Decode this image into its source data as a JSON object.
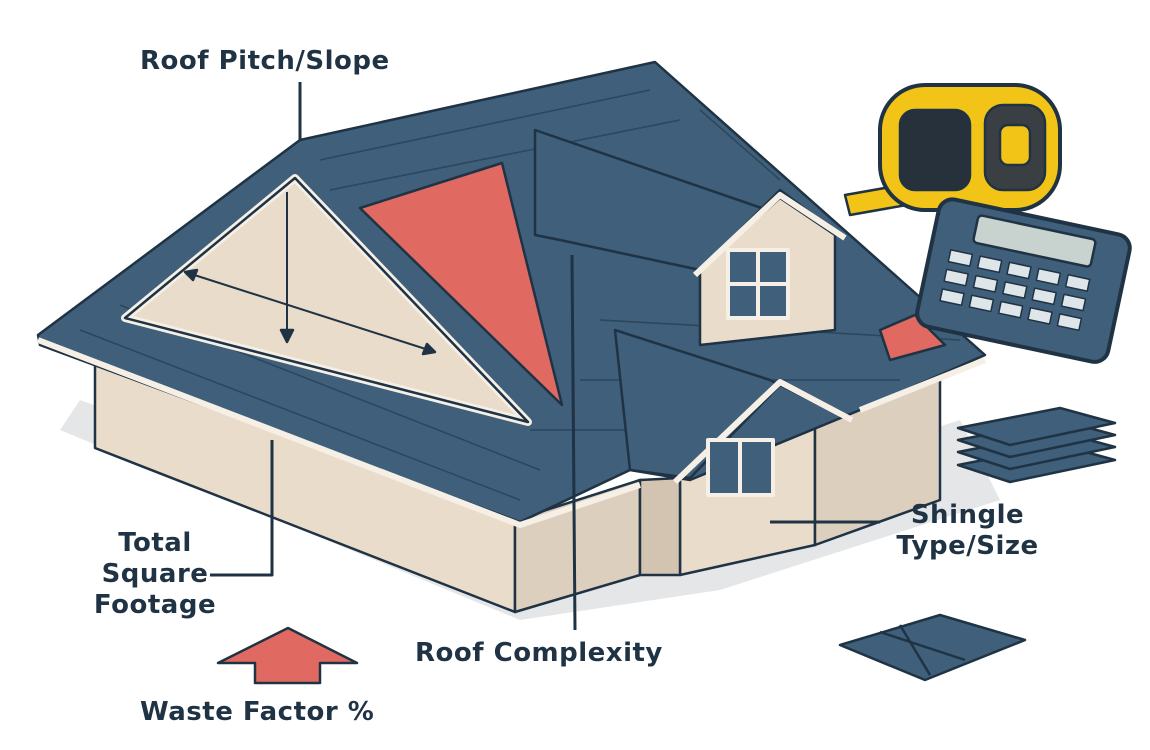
{
  "labels": {
    "pitch": "Roof Pitch/Slope",
    "footage_line1": "Total",
    "footage_line2": "Square",
    "footage_line3": "Footage",
    "complexity": "Roof Complexity",
    "shingle_line1": "Shingle",
    "shingle_line2": "Type/Size",
    "waste": "Waste Factor %"
  },
  "colors": {
    "roof": "#3f5f7a",
    "wall": "#e9dccb",
    "accent": "#e06a62",
    "text": "#1f3344",
    "tape": "#f2c417"
  }
}
